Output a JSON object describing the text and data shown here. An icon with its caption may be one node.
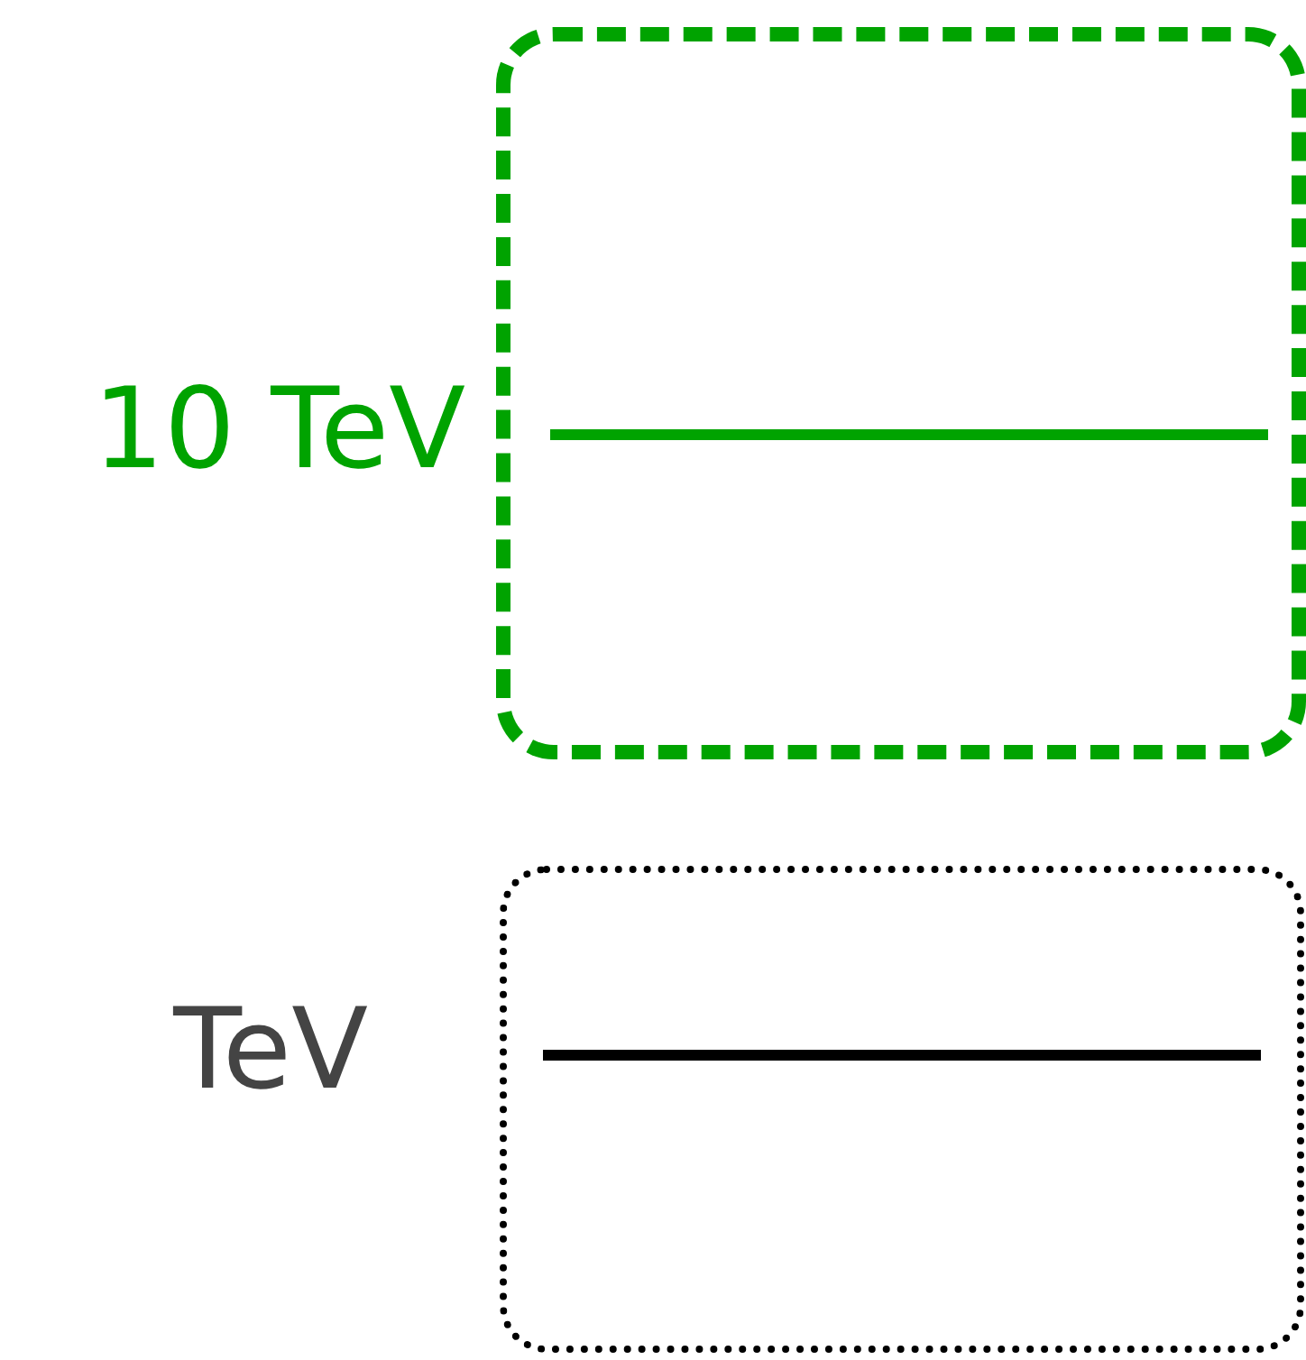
{
  "diagram": {
    "nodes": [
      {
        "text": [],
        "shape": "box",
        "beside": [
          "10 TeV"
        ]
      },
      {
        "text": [],
        "shape": "box",
        "beside": [
          "TeV"
        ]
      }
    ]
  }
}
